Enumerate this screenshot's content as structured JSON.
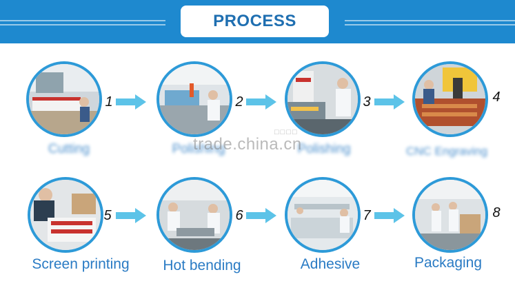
{
  "header": {
    "title": "PROCESS"
  },
  "steps": [
    {
      "number": "1",
      "label": "Cutting"
    },
    {
      "number": "2",
      "label": "Polishing"
    },
    {
      "number": "3",
      "label": "Polishing"
    },
    {
      "number": "4",
      "label": "CNC Engraving"
    },
    {
      "number": "5",
      "label": "Screen printing"
    },
    {
      "number": "6",
      "label": "Hot bending"
    },
    {
      "number": "7",
      "label": "Adhesive"
    },
    {
      "number": "8",
      "label": "Packaging"
    }
  ],
  "watermark": {
    "text": "trade.china.cn"
  },
  "colors": {
    "header": "#1e89cf",
    "accent": "#2d9ad8",
    "arrow": "#5cc3e8",
    "label": "#2a7bc4"
  }
}
